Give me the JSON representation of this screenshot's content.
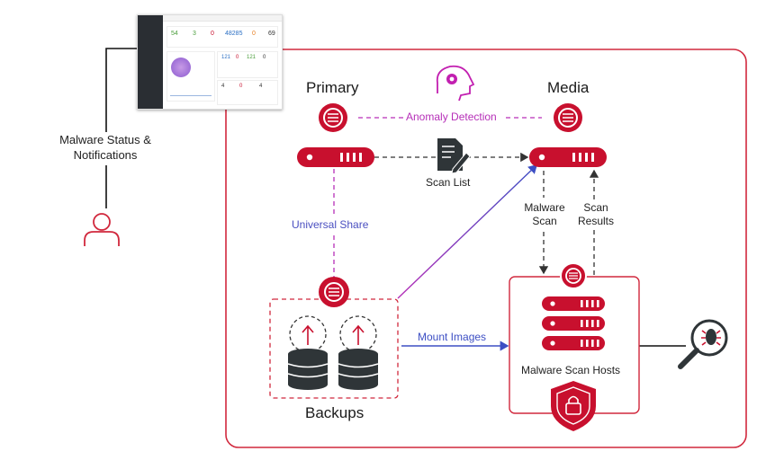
{
  "labels": {
    "notifications": [
      "Malware Status &",
      "Notifications"
    ],
    "primary": "Primary",
    "media": "Media",
    "anomaly": "Anomaly Detection",
    "scan_list": "Scan List",
    "universal_share": "Universal Share",
    "malware_scan": [
      "Malware",
      "Scan"
    ],
    "scan_results": [
      "Scan",
      "Results"
    ],
    "mount_images": "Mount Images",
    "scan_hosts": "Malware Scan Hosts",
    "backups": "Backups"
  },
  "dashboard": {
    "stats_row1": [
      "54",
      "3",
      "0",
      "48285",
      "0",
      "69"
    ],
    "stats_row2": [
      "121",
      "0",
      "121",
      "0"
    ],
    "stats_row3": [
      "4",
      "0",
      "4"
    ]
  },
  "colors": {
    "brand_red": "#c8102e",
    "frame_red": "#d1283d",
    "purple": "#b62fb8",
    "blue": "#3d4fc4",
    "dark": "#2f3538"
  },
  "icons": [
    "user-icon",
    "ai-brain-icon",
    "document-edit-icon",
    "sync-badge-icon",
    "server-icon",
    "database-icon",
    "shield-lock-icon",
    "bug-search-icon"
  ]
}
